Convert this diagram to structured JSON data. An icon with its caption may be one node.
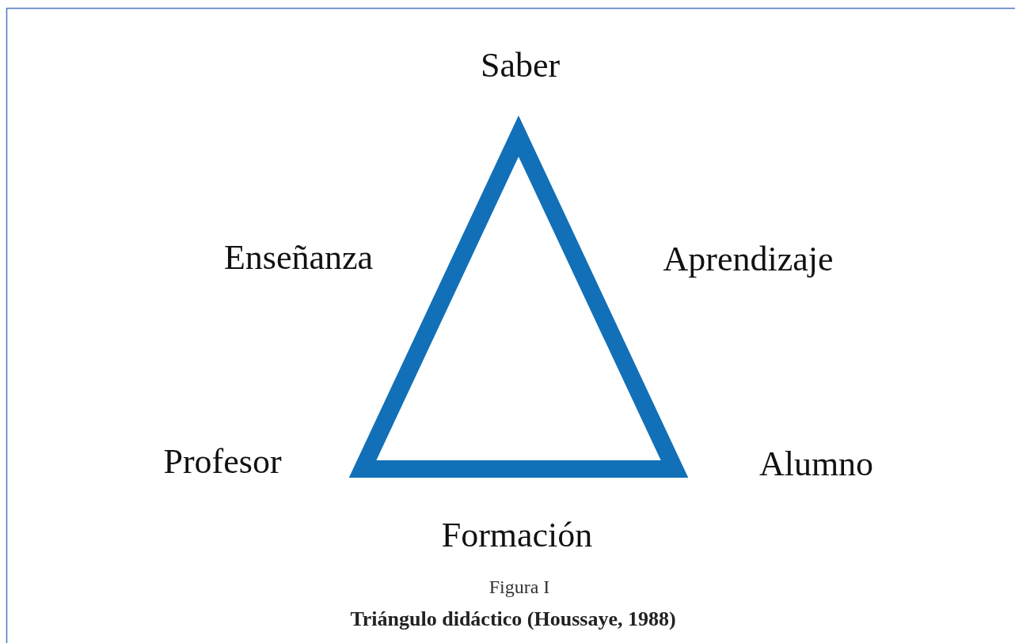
{
  "diagram": {
    "caption": "Triángulo didáctico (Houssaye, 1988)",
    "labels": [
      "Saber",
      "Enseñanza",
      "Aprendizaje",
      "Profesor",
      "Alumno",
      "Formación",
      "Figura I"
    ]
  }
}
